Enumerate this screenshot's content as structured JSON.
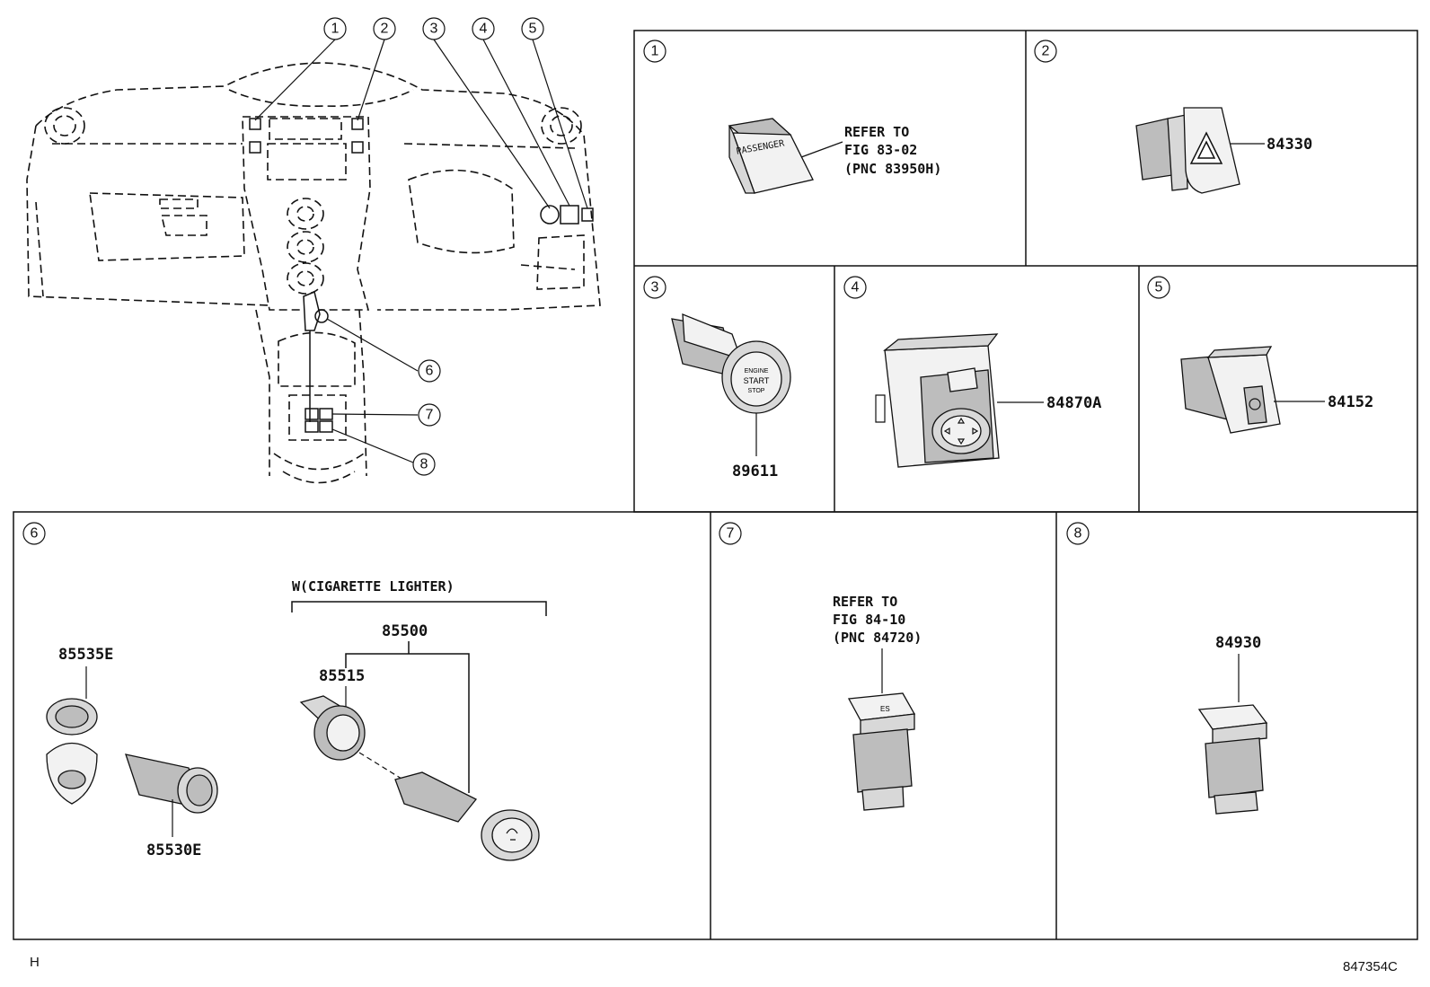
{
  "callouts": [
    "1",
    "2",
    "3",
    "4",
    "5",
    "6",
    "7",
    "8"
  ],
  "panels": {
    "p1": {
      "num": "1",
      "note": [
        "REFER TO",
        "FIG 83-02",
        "(PNC 83950H)"
      ],
      "switch_text": "PASSENGER"
    },
    "p2": {
      "num": "2",
      "part": "84330"
    },
    "p3": {
      "num": "3",
      "part": "89611",
      "button_text": [
        "ENGINE",
        "START",
        "STOP"
      ]
    },
    "p4": {
      "num": "4",
      "part": "84870A"
    },
    "p5": {
      "num": "5",
      "part": "84152"
    },
    "p6": {
      "num": "6",
      "group_label": "W(CIGARETTE LIGHTER)",
      "parts": {
        "a": "85535E",
        "b": "85530E",
        "c": "85500",
        "d": "85515"
      }
    },
    "p7": {
      "num": "7",
      "note": [
        "REFER TO",
        "FIG 84-10",
        "(PNC 84720)"
      ]
    },
    "p8": {
      "num": "8",
      "part": "84930"
    }
  },
  "footer": {
    "left": "H",
    "right": "847354C"
  }
}
